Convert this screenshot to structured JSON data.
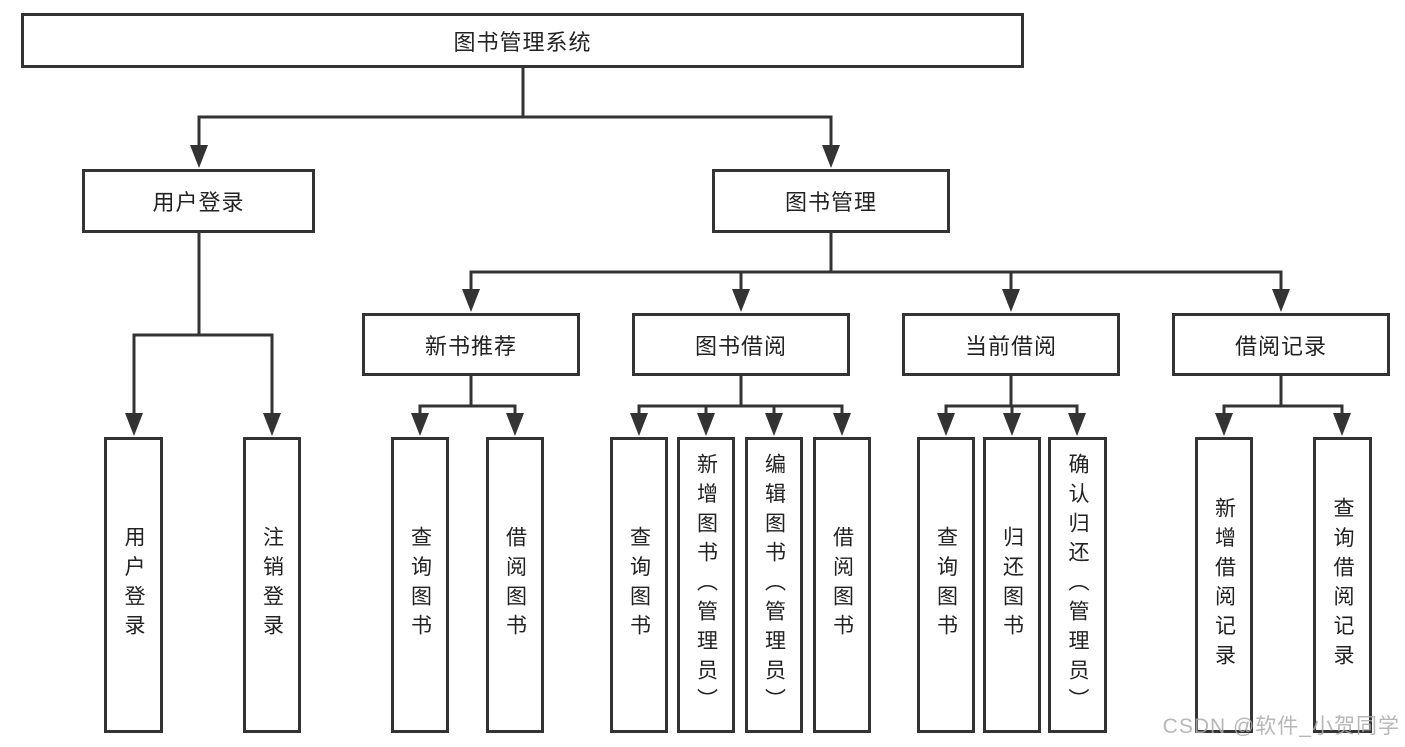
{
  "diagram": {
    "root": "图书管理系统",
    "level2": [
      "用户登录",
      "图书管理"
    ],
    "level3": [
      "新书推荐",
      "图书借阅",
      "当前借阅",
      "借阅记录"
    ],
    "leafGroups": {
      "userLogin": [
        "用户登录",
        "注销登录"
      ],
      "newBooks": [
        "查询图书",
        "借阅图书"
      ],
      "bookBorrow": [
        "查询图书",
        "新增图书（管理员）",
        "编辑图书（管理员）",
        "借阅图书"
      ],
      "currentBorrow": [
        "查询图书",
        "归还图书",
        "确认归还（管理员）"
      ],
      "borrowRecords": [
        "新增借阅记录",
        "查询借阅记录"
      ]
    }
  },
  "watermark": {
    "text": "CSDN @软件_小贺同学"
  },
  "colors": {
    "line": "#333333",
    "text": "#222222",
    "background": "#ffffff",
    "watermark": "#ababab"
  }
}
